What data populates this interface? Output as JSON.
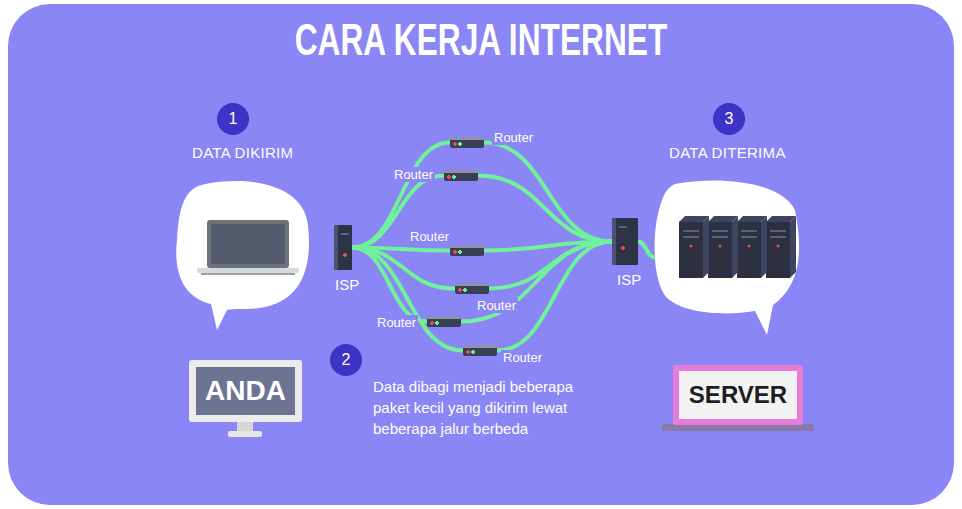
{
  "diagram": {
    "title": "CARA KERJA INTERNET",
    "nodes": [
      {
        "text": [
          "1"
        ]
      },
      {
        "text": [
          "DATA DIKIRIM"
        ]
      },
      {
        "text": [
          "ANDA"
        ]
      },
      {
        "text": [
          "ISP"
        ]
      },
      {
        "text": [
          "Router"
        ]
      },
      {
        "text": [
          "Router"
        ]
      },
      {
        "text": [
          "Router"
        ]
      },
      {
        "text": [
          "Router"
        ]
      },
      {
        "text": [
          "Router"
        ]
      },
      {
        "text": [
          "Router"
        ]
      },
      {
        "text": [
          "2"
        ]
      },
      {
        "text": [
          "ISP"
        ]
      },
      {
        "text": [
          "3"
        ]
      },
      {
        "text": [
          "DATA DITERIMA"
        ]
      },
      {
        "text": [
          "SERVER"
        ]
      }
    ],
    "edges": [
      {
        "from": 3,
        "to": 4,
        "arrow": "none"
      },
      {
        "from": 3,
        "to": 5,
        "arrow": "none"
      },
      {
        "from": 3,
        "to": 6,
        "arrow": "none"
      },
      {
        "from": 3,
        "to": 7,
        "arrow": "none"
      },
      {
        "from": 3,
        "to": 8,
        "arrow": "none"
      },
      {
        "from": 3,
        "to": 9,
        "arrow": "none"
      },
      {
        "from": 4,
        "to": 11,
        "arrow": "none"
      },
      {
        "from": 5,
        "to": 11,
        "arrow": "none"
      },
      {
        "from": 6,
        "to": 11,
        "arrow": "none"
      },
      {
        "from": 7,
        "to": 11,
        "arrow": "none"
      },
      {
        "from": 8,
        "to": 11,
        "arrow": "none"
      },
      {
        "from": 9,
        "to": 11,
        "arrow": "none"
      },
      {
        "from": 11,
        "to": 13,
        "arrow": "none"
      }
    ],
    "labels": [
      "Data dibagi menjadi beberapa paket kecil yang dikirim lewat beberapa jalur berbeda"
    ]
  }
}
